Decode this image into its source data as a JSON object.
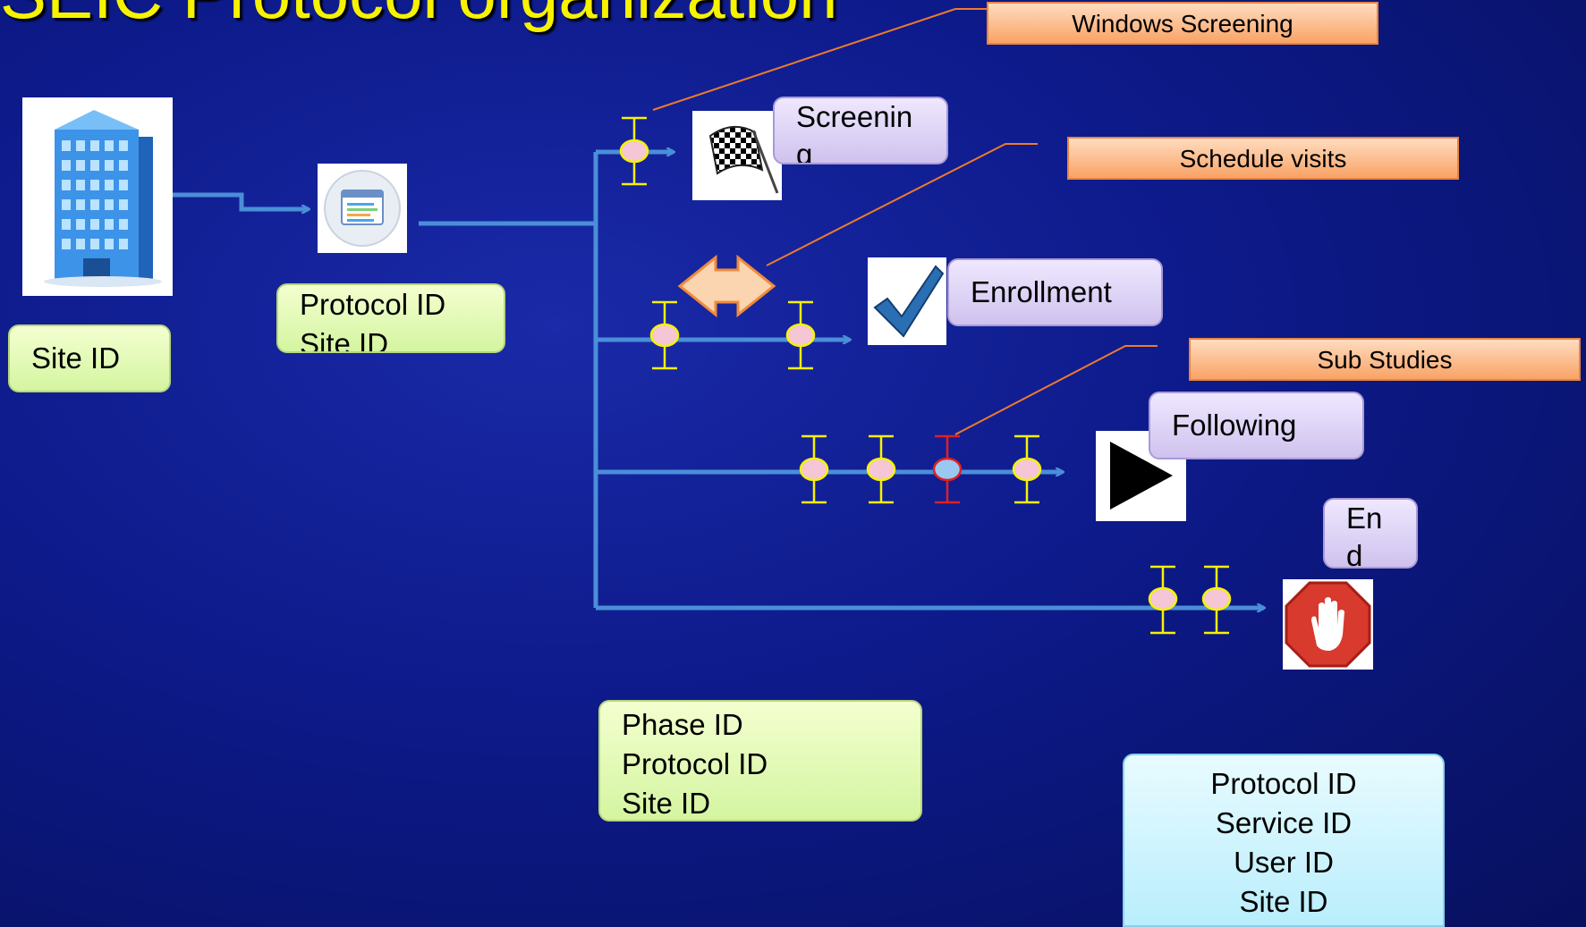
{
  "title": "SEIC Protocol organization",
  "site_box": {
    "label": "Site ID"
  },
  "protocol_site_box": {
    "lines": [
      "Protocol ID",
      "Site ID"
    ]
  },
  "phase_box": {
    "lines": [
      "Phase ID",
      "Protocol ID",
      "Site ID"
    ]
  },
  "service_box": {
    "lines": [
      "Protocol ID",
      "Service ID",
      "User ID",
      "Site ID"
    ]
  },
  "phases": {
    "screening": "Screenin g",
    "enrollment": "Enrollment",
    "following": "Following",
    "end": "En d"
  },
  "callouts": {
    "windows_screening": "Windows Screening",
    "schedule_visits": "Schedule visits",
    "sub_studies": "Sub Studies"
  },
  "icons": [
    "office-building-icon",
    "protocol-document-icon",
    "checkered-flag-icon",
    "checkmark-icon",
    "play-icon",
    "stop-hand-icon"
  ],
  "colors": {
    "background": "#0d1a8a",
    "title": "#f6f200",
    "connector": "#4a8fd8",
    "marker_stroke": "#f7f200",
    "marker_fill": "#f5c6d6",
    "highlight_marker_stroke": "#e02020",
    "highlight_marker_fill": "#9ac8f0",
    "callout_line": "#f07a2a"
  }
}
